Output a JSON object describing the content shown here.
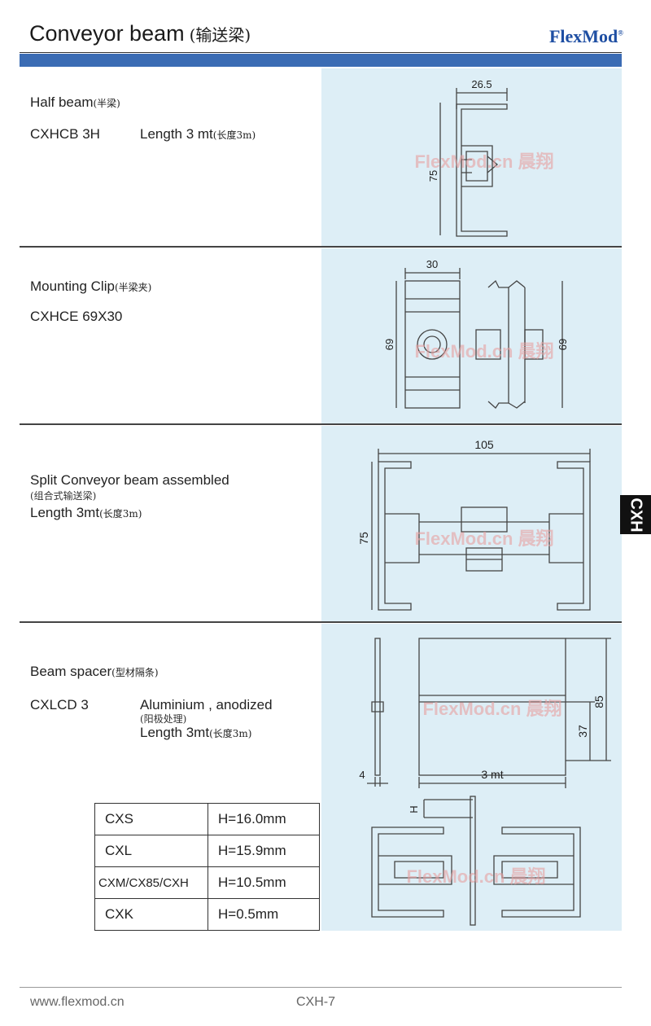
{
  "header": {
    "title": "Conveyor beam",
    "title_cn": "(输送梁)",
    "brand": "FlexMod",
    "brand_mark": "®",
    "accent_color": "#3b6cb4"
  },
  "watermark": "FlexMod.cn 晨翔",
  "side_tab": "CXH",
  "sections": [
    {
      "name": "Half beam",
      "name_cn": "(半梁)",
      "code": "CXHCB 3H",
      "length": "Length 3 mt",
      "length_cn": "(长度3m)",
      "dims": {
        "width": "26.5",
        "height": "75"
      }
    },
    {
      "name": "Mounting Clip",
      "name_cn": "(半梁夹)",
      "code": "CXHCE 69X30",
      "dims": {
        "width": "30",
        "height_left": "69",
        "height_right": "69"
      }
    },
    {
      "name": "Split Conveyor beam assembled",
      "name_cn": "(组合式输送梁)",
      "length": "Length 3mt",
      "length_cn": "(长度3m)",
      "dims": {
        "width": "105",
        "height": "75"
      }
    },
    {
      "name": "Beam spacer",
      "name_cn": "(型材隔条)",
      "code": "CXLCD 3",
      "material": "Aluminium , anodized",
      "material_cn": "(阳极处理)",
      "length": "Length 3mt",
      "length_cn": "(长度3m)",
      "dims": {
        "thickness": "4",
        "height": "85",
        "offset": "37",
        "length": "3 mt",
        "h_label": "H"
      }
    }
  ],
  "spacer_table": [
    {
      "model": "CXS",
      "value": "H=16.0mm"
    },
    {
      "model": "CXL",
      "value": "H=15.9mm"
    },
    {
      "model": "CXM/CX85/CXH",
      "value": "H=10.5mm"
    },
    {
      "model": "CXK",
      "value": "H=0.5mm"
    }
  ],
  "footer": {
    "website": "www.flexmod.cn",
    "page": "CXH-7"
  }
}
